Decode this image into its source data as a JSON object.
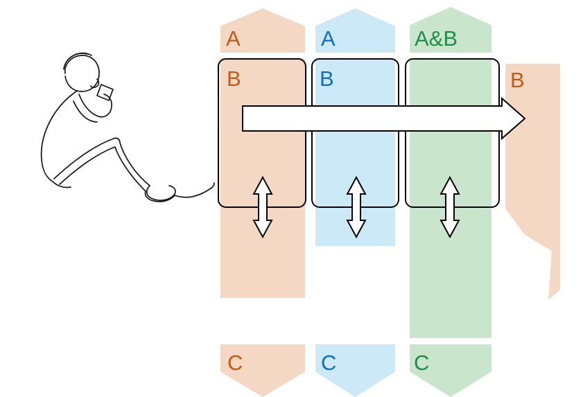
{
  "diagram": {
    "columns": [
      {
        "top_label": "A",
        "box_label": "B",
        "bottom_label": "C",
        "band_color": "#F5D8C3",
        "text_color": "#C55A11"
      },
      {
        "top_label": "A",
        "box_label": "B",
        "bottom_label": "C",
        "band_color": "#CBE9F7",
        "text_color": "#0B6FC2"
      },
      {
        "top_label": "A&B",
        "bottom_label": "C",
        "band_color": "#C9E5CB",
        "text_color": "#1E8E46"
      }
    ],
    "right_band": {
      "label": "B",
      "band_color": "#F5D8C3",
      "text_color": "#C55A11"
    },
    "icons": {
      "person": "seated-person-line-drawing",
      "horizontal_arrow": "right-arrow-outline",
      "exchange_arrow": "double-headed-vertical-arrow",
      "top_band_shape": "upward-arrow-band",
      "bottom_band_shape": "downward-arrow-band"
    }
  }
}
